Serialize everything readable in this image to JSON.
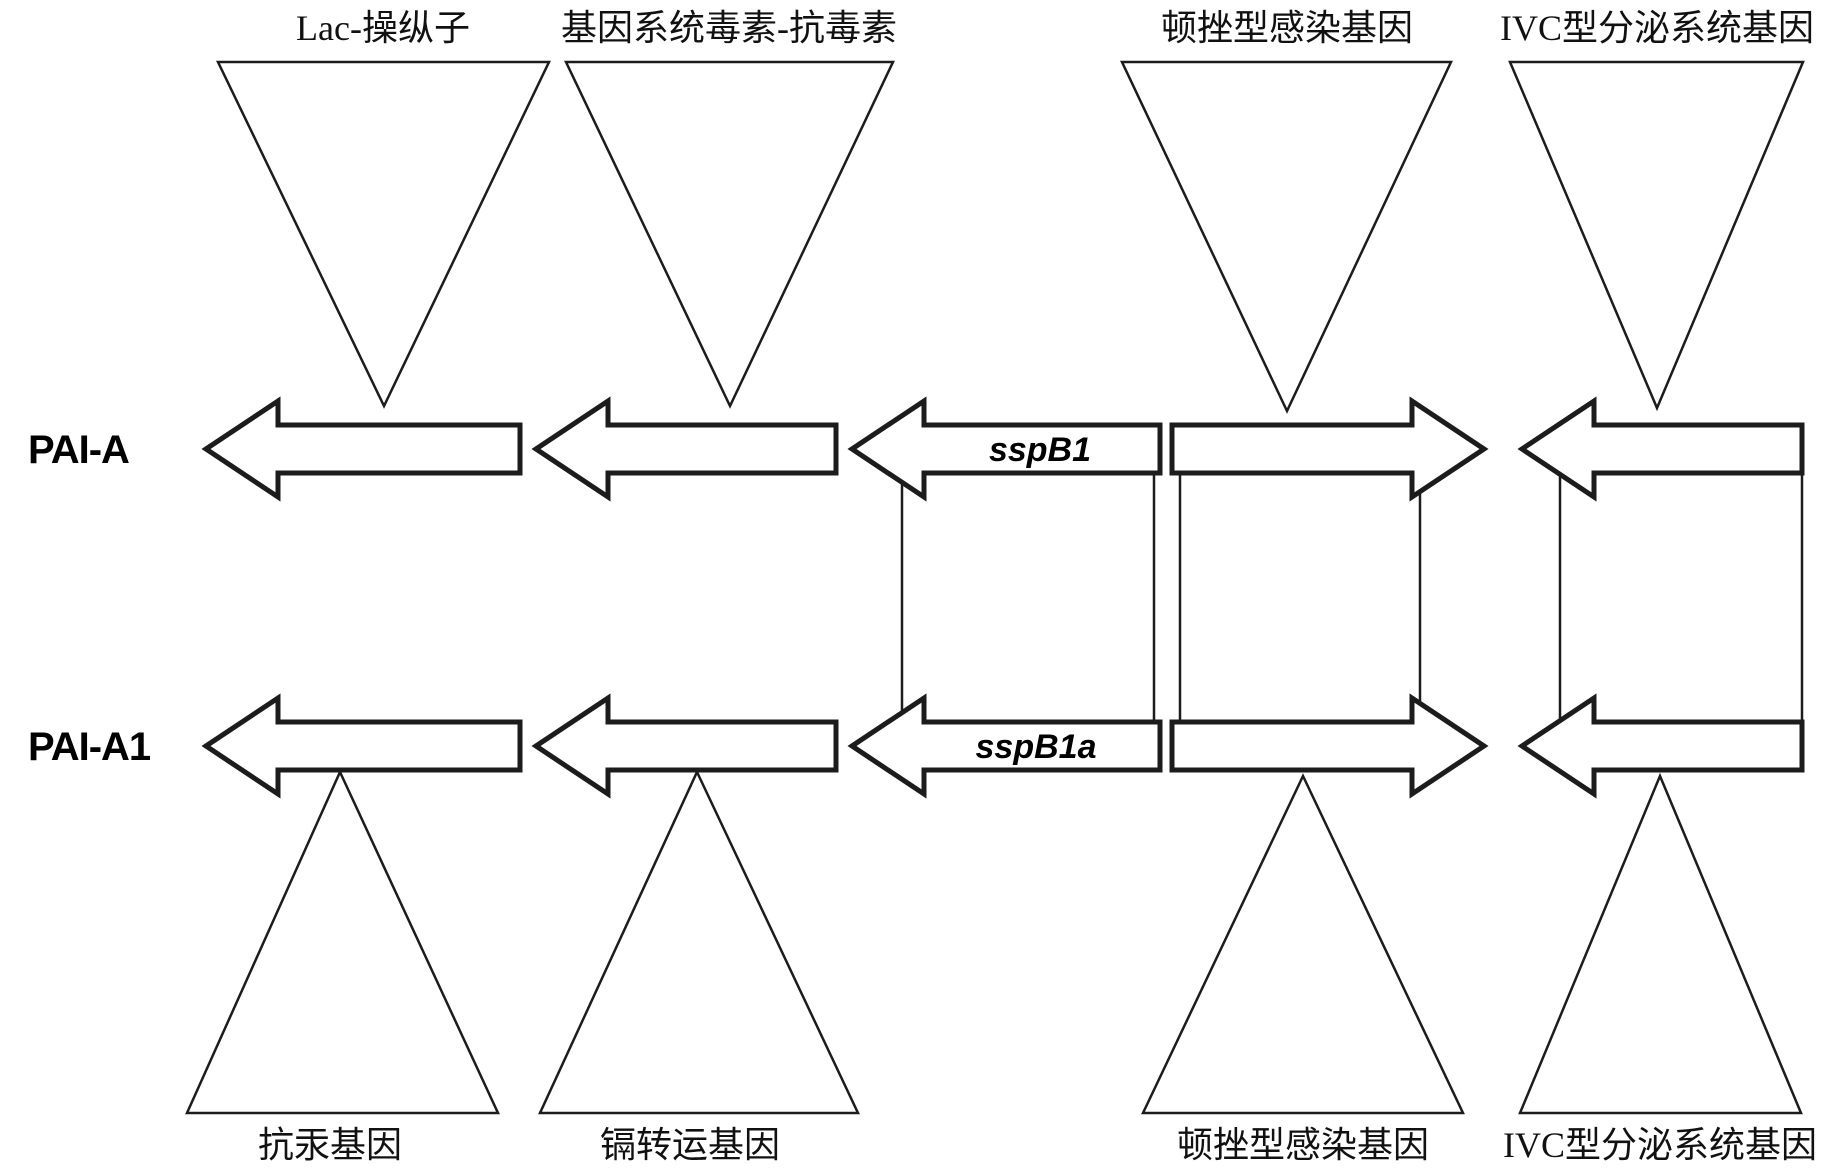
{
  "figure": {
    "background_color": "#ffffff",
    "line_color": "#1c1c1c",
    "rows": [
      {
        "label": "PAI-A",
        "gene": "sspB1"
      },
      {
        "label": "PAI-A1",
        "gene": "sspB1a"
      }
    ],
    "top_annotations": [
      "Lac-操纵子",
      "基因系统毒素-抗毒素",
      "顿挫型感染基因",
      "IVC型分泌系统基因"
    ],
    "bottom_annotations": [
      "抗汞基因",
      "镉转运基因",
      "顿挫型感染基因",
      "IVC型分泌系统基因"
    ]
  }
}
